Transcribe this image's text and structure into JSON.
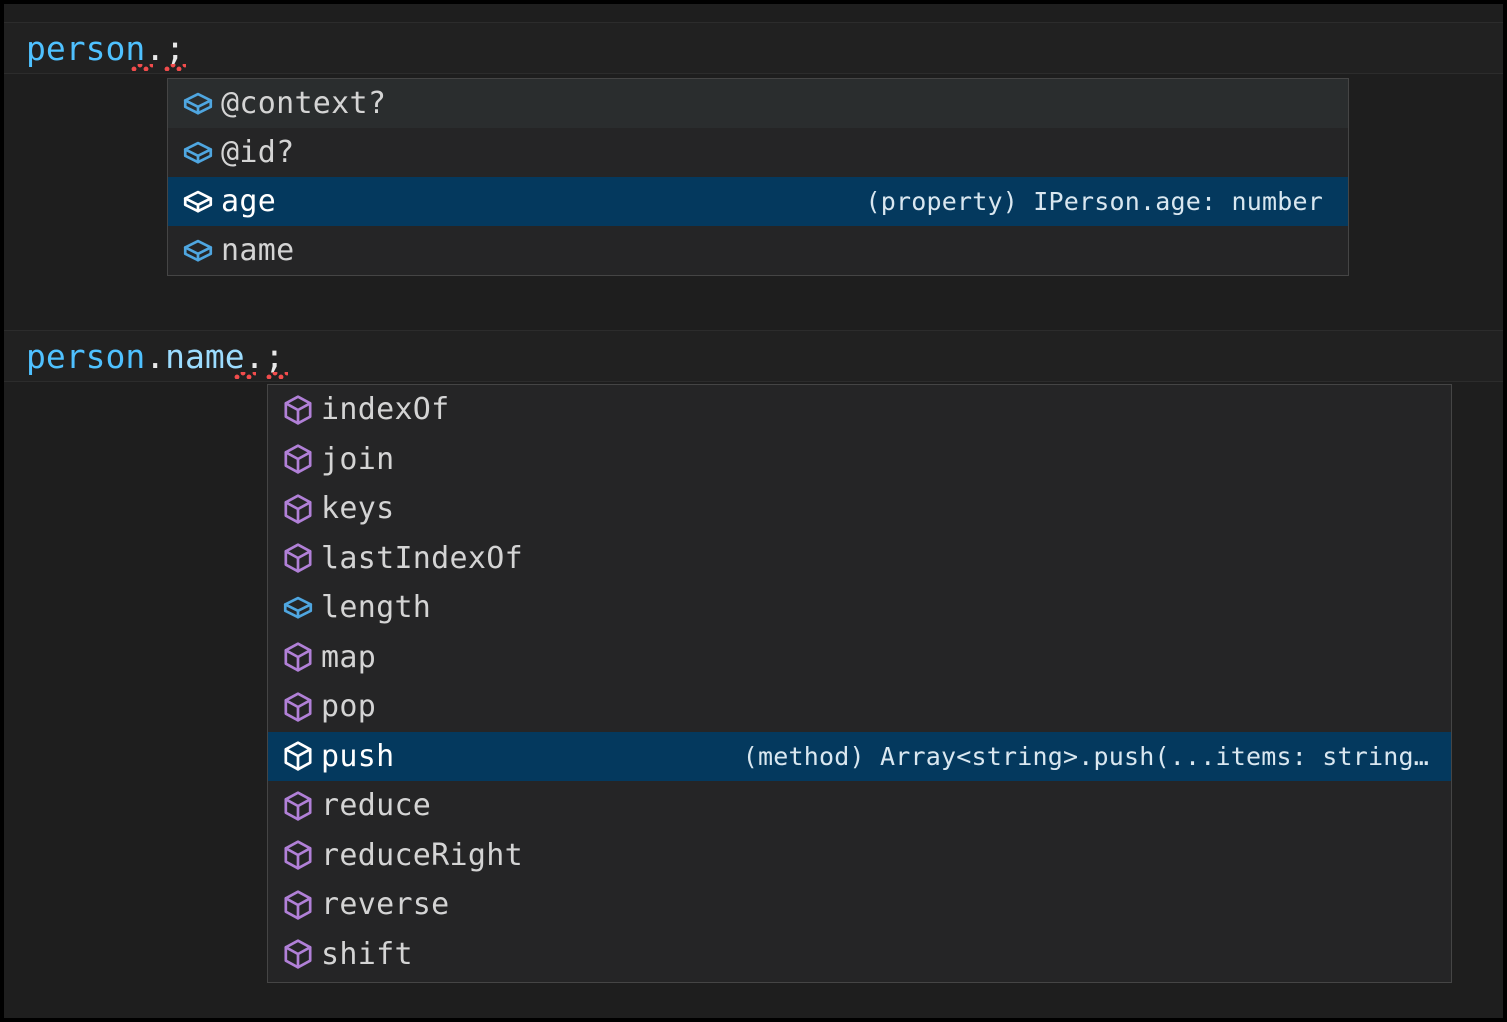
{
  "editor": {
    "background": "#1e1e1e",
    "lines": [
      {
        "ident": "person",
        "dot1": ".",
        "prop": "",
        "dot2": "",
        "semi": ";",
        "full_text": "person.;"
      },
      {
        "ident": "person",
        "dot1": ".",
        "prop": "name",
        "dot2": ".",
        "semi": ";",
        "full_text": "person.name.;"
      }
    ]
  },
  "colors": {
    "identifier": "#4fc1ff",
    "property": "#9cdcfe",
    "punctuation": "#e8e8e8",
    "selection": "#04395e",
    "error_squiggle": "#f14c4c",
    "widget_background": "#252526",
    "widget_border": "#454545",
    "icon_property": "#4fa6e0",
    "icon_method": "#b180d7",
    "icon_selected": "#ffffff"
  },
  "suggest_widgets": [
    {
      "name": "person-member-suggestions",
      "items": [
        {
          "label": "@context?",
          "icon": "property-cube-icon",
          "icon_kind": "property",
          "detail": "",
          "state": "hovered"
        },
        {
          "label": "@id?",
          "icon": "property-cube-icon",
          "icon_kind": "property",
          "detail": "",
          "state": "normal"
        },
        {
          "label": "age",
          "icon": "property-cube-icon",
          "icon_kind": "property",
          "detail": "(property) IPerson.age: number",
          "state": "selected"
        },
        {
          "label": "name",
          "icon": "property-cube-icon",
          "icon_kind": "property",
          "detail": "",
          "state": "normal"
        }
      ]
    },
    {
      "name": "person-name-member-suggestions",
      "items": [
        {
          "label": "indexOf",
          "icon": "method-cube-icon",
          "icon_kind": "method",
          "detail": "",
          "state": "normal"
        },
        {
          "label": "join",
          "icon": "method-cube-icon",
          "icon_kind": "method",
          "detail": "",
          "state": "normal"
        },
        {
          "label": "keys",
          "icon": "method-cube-icon",
          "icon_kind": "method",
          "detail": "",
          "state": "normal"
        },
        {
          "label": "lastIndexOf",
          "icon": "method-cube-icon",
          "icon_kind": "method",
          "detail": "",
          "state": "normal"
        },
        {
          "label": "length",
          "icon": "property-cube-icon",
          "icon_kind": "property",
          "detail": "",
          "state": "normal"
        },
        {
          "label": "map",
          "icon": "method-cube-icon",
          "icon_kind": "method",
          "detail": "",
          "state": "normal"
        },
        {
          "label": "pop",
          "icon": "method-cube-icon",
          "icon_kind": "method",
          "detail": "",
          "state": "normal"
        },
        {
          "label": "push",
          "icon": "method-cube-icon",
          "icon_kind": "method",
          "detail": "(method) Array<string>.push(...items: string…",
          "state": "selected"
        },
        {
          "label": "reduce",
          "icon": "method-cube-icon",
          "icon_kind": "method",
          "detail": "",
          "state": "normal"
        },
        {
          "label": "reduceRight",
          "icon": "method-cube-icon",
          "icon_kind": "method",
          "detail": "",
          "state": "normal"
        },
        {
          "label": "reverse",
          "icon": "method-cube-icon",
          "icon_kind": "method",
          "detail": "",
          "state": "normal"
        },
        {
          "label": "shift",
          "icon": "method-cube-icon",
          "icon_kind": "method",
          "detail": "",
          "state": "normal"
        }
      ]
    }
  ]
}
